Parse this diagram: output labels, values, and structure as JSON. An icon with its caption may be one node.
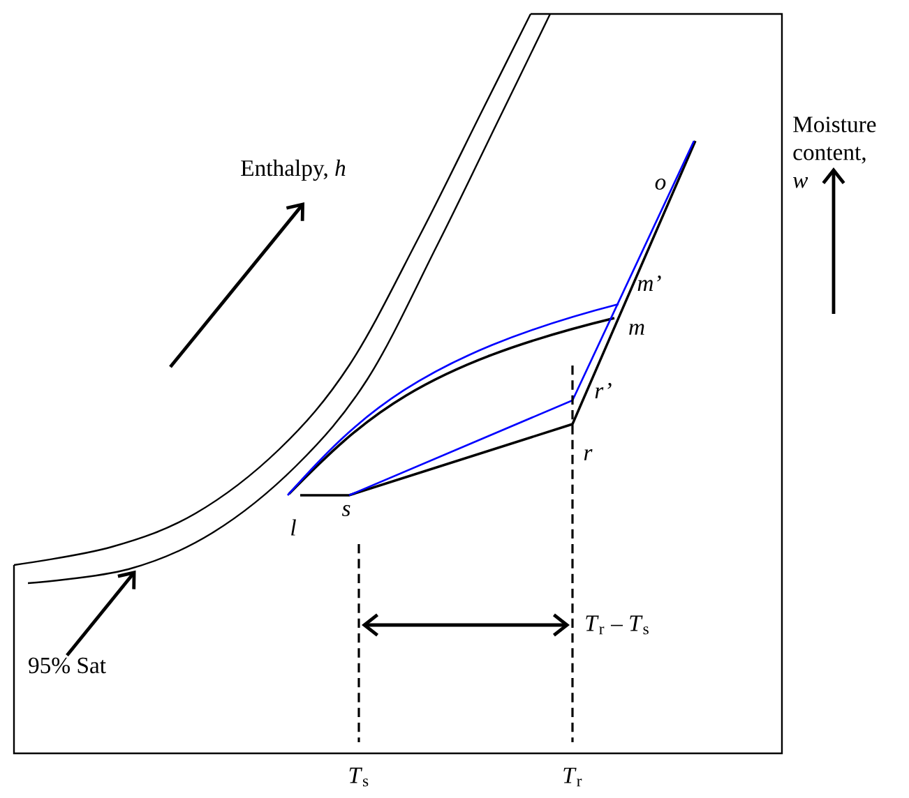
{
  "diagram": {
    "nodes": [
      {
        "text": [],
        "shape": "curve"
      },
      {
        "text": [
          "95% Sat"
        ]
      }
    ],
    "edges": [
      {
        "from": 1,
        "to": 0,
        "arrow": "to"
      }
    ],
    "labels": [
      "Moisture content, *w*",
      "Enthalpy, *h*",
      "o",
      "m’",
      "m",
      "r’",
      "r",
      "l",
      "s",
      "*T*$_{r}$ – *T*$_{s}$",
      "*T*$_{s}$",
      "*T*$_{r}$"
    ]
  }
}
